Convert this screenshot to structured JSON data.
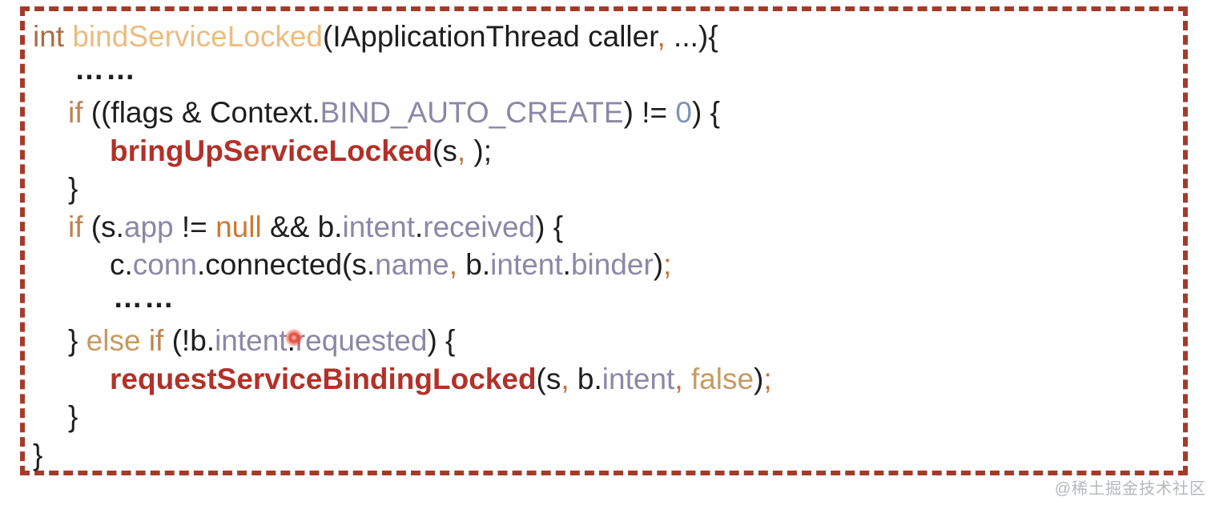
{
  "page": {
    "background": "#ffffff"
  },
  "frame": {
    "border_color": "#A53A2B"
  },
  "colors": {
    "plain": "#1e1e20",
    "kw_if": "#C0824E",
    "kw_else": "#C59B63",
    "kw_type": "#A96E44",
    "fn_decl": "#EBBC82",
    "fn_call_emph": "#B23128",
    "member": "#8D87A6",
    "lit_null": "#CE7832",
    "lit_bool": "#C59B63",
    "lit_num": "#7B94B5",
    "punct": "#C87137"
  },
  "pointer": {
    "kind": "laser-pointer-dot",
    "color": "#E3452F"
  },
  "watermark": {
    "text": "@稀土掘金技术社区",
    "color": "#A9ADB2"
  },
  "code": {
    "language": "java",
    "lines": [
      {
        "indent": 0,
        "segments": [
          {
            "t": "int ",
            "c": "kw_type"
          },
          {
            "t": "bindServiceLocked",
            "c": "fn_decl"
          },
          {
            "t": "(IApplicationThread caller",
            "c": "plain"
          },
          {
            "t": ",",
            "c": "punct"
          },
          {
            "t": " ...){",
            "c": "plain"
          }
        ]
      },
      {
        "indent": 1,
        "shift": 8,
        "segments": [
          {
            "t": "……",
            "c": "plain",
            "cls": "dots"
          }
        ]
      },
      {
        "indent": 1,
        "segments": [
          {
            "t": "if",
            "c": "kw_if"
          },
          {
            "t": " ((flags & Context.",
            "c": "plain"
          },
          {
            "t": "BIND_AUTO_CREATE",
            "c": "member"
          },
          {
            "t": ") != ",
            "c": "plain"
          },
          {
            "t": "0",
            "c": "lit_num"
          },
          {
            "t": ") {",
            "c": "plain"
          }
        ]
      },
      {
        "indent": 2,
        "segments": [
          {
            "t": "bringUpServiceLocked",
            "c": "fn_call_emph",
            "b": true
          },
          {
            "t": "(s",
            "c": "plain"
          },
          {
            "t": ",",
            "c": "punct"
          },
          {
            "t": " );",
            "c": "plain"
          }
        ]
      },
      {
        "indent": 1,
        "segments": [
          {
            "t": "}",
            "c": "plain"
          }
        ]
      },
      {
        "indent": 1,
        "segments": [
          {
            "t": "if",
            "c": "kw_if"
          },
          {
            "t": " (s.",
            "c": "plain"
          },
          {
            "t": "app",
            "c": "member"
          },
          {
            "t": " != ",
            "c": "plain"
          },
          {
            "t": "null",
            "c": "lit_null"
          },
          {
            "t": " && b.",
            "c": "plain"
          },
          {
            "t": "intent",
            "c": "member"
          },
          {
            "t": ".",
            "c": "plain"
          },
          {
            "t": "received",
            "c": "member"
          },
          {
            "t": ") {",
            "c": "plain"
          }
        ]
      },
      {
        "indent": 2,
        "segments": [
          {
            "t": "c.",
            "c": "plain"
          },
          {
            "t": "conn",
            "c": "member"
          },
          {
            "t": ".connected(s.",
            "c": "plain"
          },
          {
            "t": "name",
            "c": "member"
          },
          {
            "t": ",",
            "c": "punct"
          },
          {
            "t": " b.",
            "c": "plain"
          },
          {
            "t": "intent",
            "c": "member"
          },
          {
            "t": ".",
            "c": "plain"
          },
          {
            "t": "binder",
            "c": "member"
          },
          {
            "t": ")",
            "c": "plain"
          },
          {
            "t": ";",
            "c": "punct"
          }
        ]
      },
      {
        "indent": 2,
        "shift": 4,
        "segments": [
          {
            "t": "……",
            "c": "plain",
            "cls": "dots"
          }
        ]
      },
      {
        "indent": 1,
        "segments": [
          {
            "t": "} ",
            "c": "plain"
          },
          {
            "t": "else",
            "c": "kw_else"
          },
          {
            "t": " ",
            "c": "plain"
          },
          {
            "t": "if",
            "c": "kw_if"
          },
          {
            "t": " (!b.",
            "c": "plain"
          },
          {
            "t": "intent",
            "c": "member"
          },
          {
            "t": ".",
            "c": "plain"
          },
          {
            "laser": true
          },
          {
            "t": "requested",
            "c": "member"
          },
          {
            "t": ") {",
            "c": "plain"
          }
        ]
      },
      {
        "indent": 2,
        "segments": [
          {
            "t": "requestServiceBindingLocked",
            "c": "fn_call_emph",
            "b": true
          },
          {
            "t": "(s",
            "c": "plain"
          },
          {
            "t": ",",
            "c": "punct"
          },
          {
            "t": " b.",
            "c": "plain"
          },
          {
            "t": "intent",
            "c": "member"
          },
          {
            "t": ",",
            "c": "punct"
          },
          {
            "t": " ",
            "c": "plain"
          },
          {
            "t": "false",
            "c": "lit_bool"
          },
          {
            "t": ")",
            "c": "plain"
          },
          {
            "t": ";",
            "c": "punct"
          }
        ]
      },
      {
        "indent": 1,
        "segments": [
          {
            "t": "}",
            "c": "plain"
          }
        ]
      },
      {
        "indent": 0,
        "segments": [
          {
            "t": "}",
            "c": "plain"
          }
        ]
      }
    ]
  }
}
